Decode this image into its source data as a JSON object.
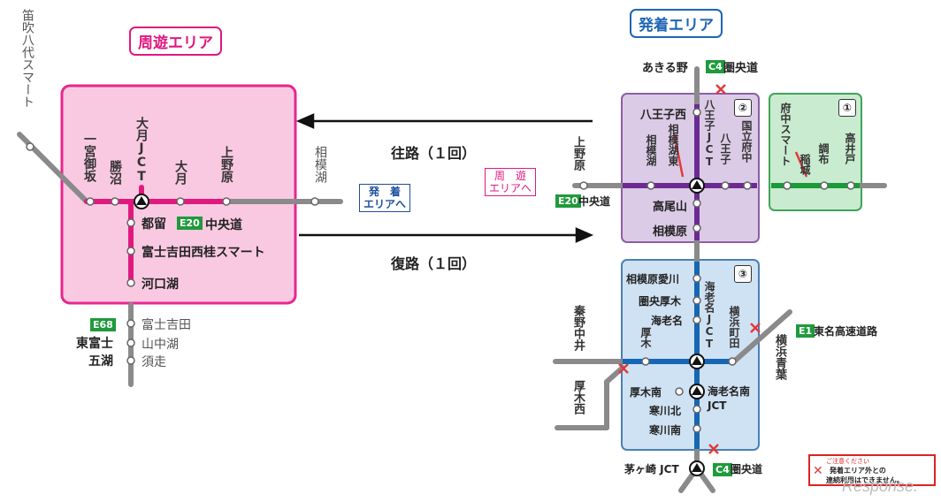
{
  "areas": {
    "tour_title": "周遊エリア",
    "depart_title": "発着エリア"
  },
  "routes": {
    "outbound_label": "往路（１回）",
    "return_label": "復路（１回）",
    "to_depart_line1": "発　着",
    "to_depart_line2": "エリアへ",
    "to_tour_line1": "周　遊",
    "to_tour_line2": "エリアへ"
  },
  "tour": {
    "fuefuki": "笛吹八代スマート",
    "ichinomiya": "一宮御坂",
    "katsunuma": "勝沼",
    "otsuki_jct": "大月JCT",
    "otsuki": "大月",
    "uenohara": "上野原",
    "sagamiko": "相模湖",
    "tsuru": "都留",
    "fujiyoshida_nishi": "富士吉田西桂スマート",
    "kawaguchiko": "河口湖",
    "e20": "E20",
    "chuo": "中央道",
    "e68": "E68",
    "higashifuji_1": "東富士",
    "higashifuji_2": "五湖",
    "fujiyoshida": "富士吉田",
    "yamanakako": "山中湖",
    "subashiri": "須走"
  },
  "depart": {
    "akiruno": "あきる野",
    "c4_top": "C4",
    "kenodo_top": "圏央道",
    "hachioji_nishi": "八王子西",
    "hachioji_jct": "八王子JCT",
    "hachioji": "八王子",
    "kunitachi": "国立府中",
    "sagamiko_higashi": "相模湖東",
    "sagamiko": "相模湖",
    "takaosan": "高尾山",
    "sagamihara": "相模原",
    "uenohara": "上野原",
    "e20": "E20",
    "chuo": "中央道",
    "fuchu_smart": "府中スマート",
    "inagi": "稲城",
    "chofu": "調布",
    "takaido": "高井戸",
    "sagamihara_aikawa": "相模原愛川",
    "kenodo_atsugi": "圏央厚木",
    "ebina": "海老名",
    "ebina_jct": "海老名JCT",
    "yokohama_machida": "横浜町田",
    "atsugi": "厚木",
    "hadano_nakai": "秦野中井",
    "atsugi_nishi": "厚木西",
    "yokohama_aoba": "横浜青葉",
    "e1": "E1",
    "tomei": "東名高速道路",
    "atsugi_minami": "厚木南",
    "ebina_minami_jct": "海老名南JCT",
    "samukawa_kita": "寒川北",
    "samukawa_minami": "寒川南",
    "chigasaki_jct": "茅ヶ崎 JCT",
    "c4_bottom": "C4",
    "kenodo_bottom": "圏央道",
    "n1": "①",
    "n2": "②",
    "n3": "③"
  },
  "notice": {
    "caption": "ご注意ください",
    "line1": "発着エリア外との",
    "line2": "連続利用はできません。"
  },
  "watermark": "Response."
}
